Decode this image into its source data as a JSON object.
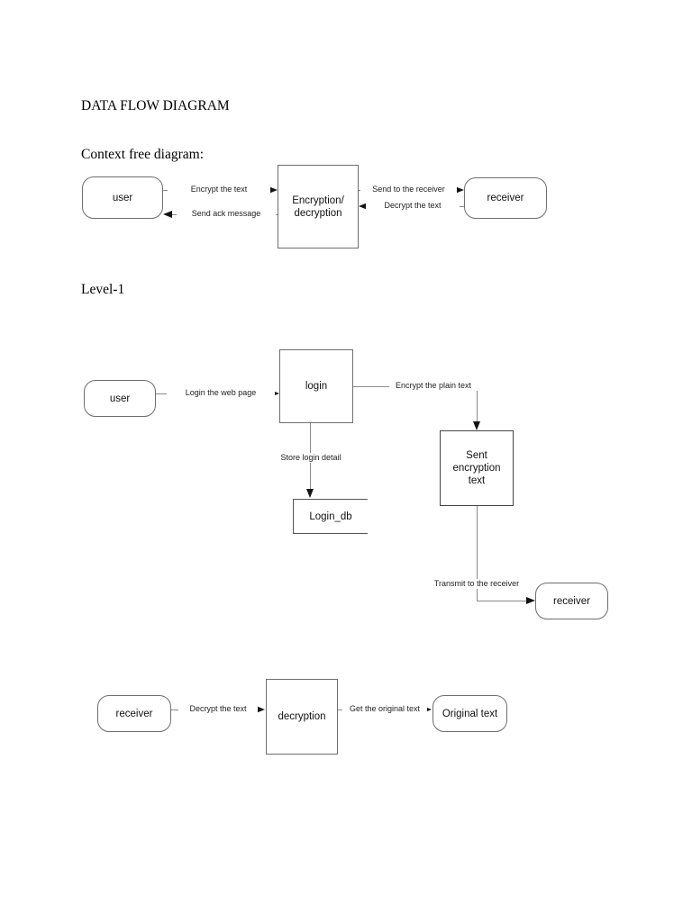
{
  "document": {
    "title": "DATA FLOW DIAGRAM",
    "context_section_heading": "Context free diagram:",
    "level1_section_heading": "Level-1"
  },
  "context_diagram": {
    "user_label": "user",
    "process_label": "Encryption/ decryption",
    "receiver_label": "receiver",
    "edges": {
      "encrypt": "Encrypt the text",
      "ack": "Send ack message",
      "send": "Send to the receiver",
      "decrypt": "Decrypt the text"
    }
  },
  "level1_diagram": {
    "user_label": "user",
    "login_label": "login",
    "login_db_label": "Login_db",
    "sent_encryption_label": "Sent encryption text",
    "receiver_label": "receiver",
    "edges": {
      "login_web": "Login the web page",
      "encrypt_plain": "Encrypt the plain text",
      "store_login": "Store login detail",
      "transmit": "Transmit to the receiver"
    }
  },
  "decryption_diagram": {
    "receiver_label": "receiver",
    "process_label": "decryption",
    "original_label": "Original text",
    "edges": {
      "decrypt": "Decrypt the text",
      "get_original": "Get the original text"
    }
  },
  "colors": {
    "line": "#8a8a8a",
    "arrowhead": "#141414",
    "box_border": "#6e6e6e",
    "text": "#111111",
    "background": "#ffffff"
  }
}
